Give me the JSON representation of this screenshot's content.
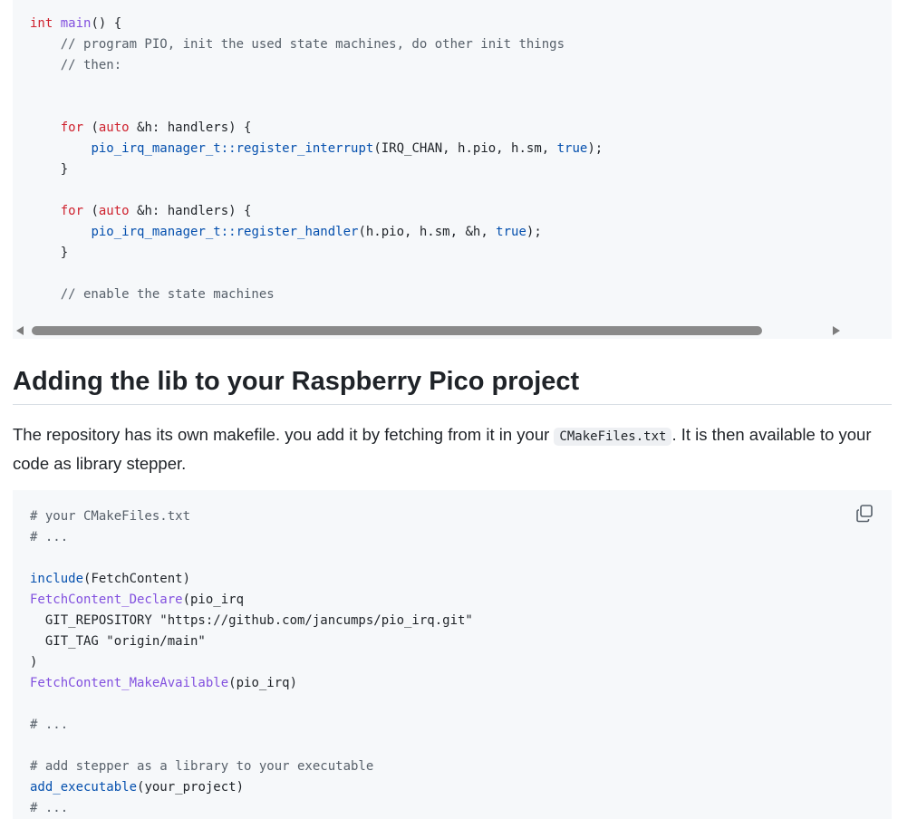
{
  "top_code": {
    "lines": [
      [
        {
          "t": "int",
          "c": "kw"
        },
        {
          "t": " ",
          "c": "plain"
        },
        {
          "t": "main",
          "c": "fn"
        },
        {
          "t": "() {",
          "c": "plain"
        }
      ],
      [
        {
          "t": "    // program PIO, init the used state machines, do other init things",
          "c": "cm"
        }
      ],
      [
        {
          "t": "    // then:",
          "c": "cm"
        }
      ],
      [],
      [],
      [
        {
          "t": "    ",
          "c": "plain"
        },
        {
          "t": "for",
          "c": "kw"
        },
        {
          "t": " (",
          "c": "plain"
        },
        {
          "t": "auto",
          "c": "kw"
        },
        {
          "t": " &h: handlers) {",
          "c": "plain"
        }
      ],
      [
        {
          "t": "        ",
          "c": "plain"
        },
        {
          "t": "pio_irq_manager_t::register_interrupt",
          "c": "ent"
        },
        {
          "t": "(IRQ_CHAN, h.pio, h.sm, ",
          "c": "plain"
        },
        {
          "t": "true",
          "c": "ent"
        },
        {
          "t": ");",
          "c": "plain"
        }
      ],
      [
        {
          "t": "    }",
          "c": "plain"
        }
      ],
      [],
      [
        {
          "t": "    ",
          "c": "plain"
        },
        {
          "t": "for",
          "c": "kw"
        },
        {
          "t": " (",
          "c": "plain"
        },
        {
          "t": "auto",
          "c": "kw"
        },
        {
          "t": " &h: handlers) {",
          "c": "plain"
        }
      ],
      [
        {
          "t": "        ",
          "c": "plain"
        },
        {
          "t": "pio_irq_manager_t::register_handler",
          "c": "ent"
        },
        {
          "t": "(h.pio, h.sm, &h, ",
          "c": "plain"
        },
        {
          "t": "true",
          "c": "ent"
        },
        {
          "t": ");",
          "c": "plain"
        }
      ],
      [
        {
          "t": "    }",
          "c": "plain"
        }
      ],
      [],
      [
        {
          "t": "    // enable the state machines",
          "c": "cm"
        }
      ]
    ]
  },
  "section": {
    "heading": "Adding the lib to your Raspberry Pico project",
    "para_before": "The repository has its own makefile. you add it by fetching from it in your ",
    "para_code": "CMakeFiles.txt",
    "para_after": ". It is then available to your code as library stepper."
  },
  "bottom_code": {
    "copy_icon": "copy-icon",
    "lines": [
      [
        {
          "t": "# your CMakeFiles.txt",
          "c": "cm"
        }
      ],
      [
        {
          "t": "# ...",
          "c": "cm"
        }
      ],
      [],
      [
        {
          "t": "include",
          "c": "ent"
        },
        {
          "t": "(FetchContent)",
          "c": "plain"
        }
      ],
      [
        {
          "t": "FetchContent_Declare",
          "c": "fn"
        },
        {
          "t": "(pio_irq",
          "c": "plain"
        }
      ],
      [
        {
          "t": "  GIT_REPOSITORY \"https://github.com/jancumps/pio_irq.git\"",
          "c": "plain"
        }
      ],
      [
        {
          "t": "  GIT_TAG \"origin/main\"",
          "c": "plain"
        }
      ],
      [
        {
          "t": ")",
          "c": "plain"
        }
      ],
      [
        {
          "t": "FetchContent_MakeAvailable",
          "c": "fn"
        },
        {
          "t": "(pio_irq)",
          "c": "plain"
        }
      ],
      [],
      [
        {
          "t": "# ...",
          "c": "cm"
        }
      ],
      [],
      [
        {
          "t": "# add stepper as a library to your executable",
          "c": "cm"
        }
      ],
      [
        {
          "t": "add_executable",
          "c": "ent"
        },
        {
          "t": "(your_project)",
          "c": "plain"
        }
      ],
      [
        {
          "t": "# ...",
          "c": "cm"
        }
      ]
    ]
  }
}
